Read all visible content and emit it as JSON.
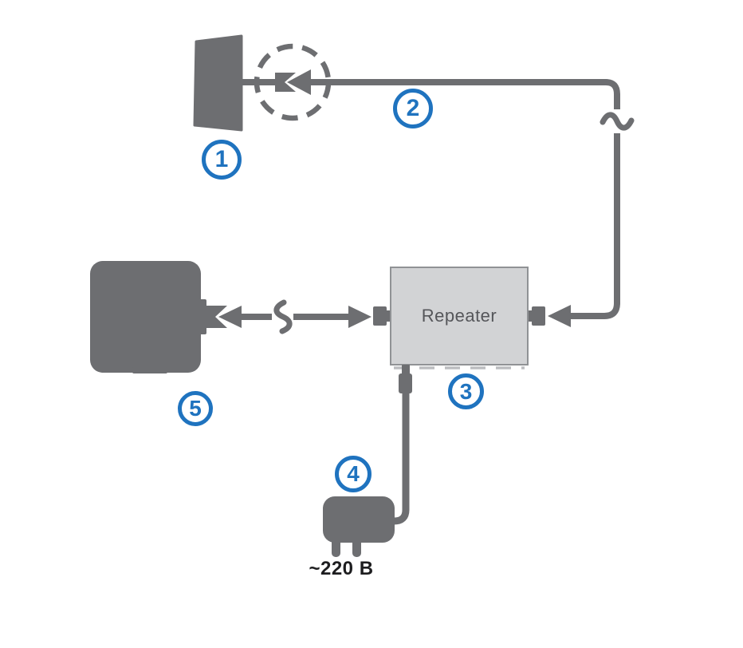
{
  "colors": {
    "shape_gray": "#6d6e71",
    "box_fill": "#d2d3d5",
    "box_border": "#909295",
    "accent_blue": "#1f73bf",
    "repeater_text": "#55565a",
    "ink": "#1d1d1f",
    "dash_gray": "#bcbdc0"
  },
  "repeater": {
    "label": "Repeater"
  },
  "power_supply": {
    "voltage": "~220 В"
  },
  "callouts": [
    {
      "number": "1",
      "name": "outdoor-antenna"
    },
    {
      "number": "2",
      "name": "outdoor-coax-cable"
    },
    {
      "number": "3",
      "name": "repeater-unit"
    },
    {
      "number": "4",
      "name": "power-supply"
    },
    {
      "number": "5",
      "name": "indoor-antenna"
    }
  ],
  "icons": {
    "outdoor_antenna": "panel-antenna-icon",
    "antenna_connector": "coax-connector-detail-circle-icon",
    "cable_break_top": "tilde-cable-break-icon",
    "cable_break_indoor": "tilde-cable-break-icon",
    "repeater_ports": "coax-port-icon",
    "dc_plug": "dc-power-plug-icon",
    "power_adapter": "wall-plug-adapter-icon",
    "indoor_antenna": "indoor-unit-box-icon"
  }
}
